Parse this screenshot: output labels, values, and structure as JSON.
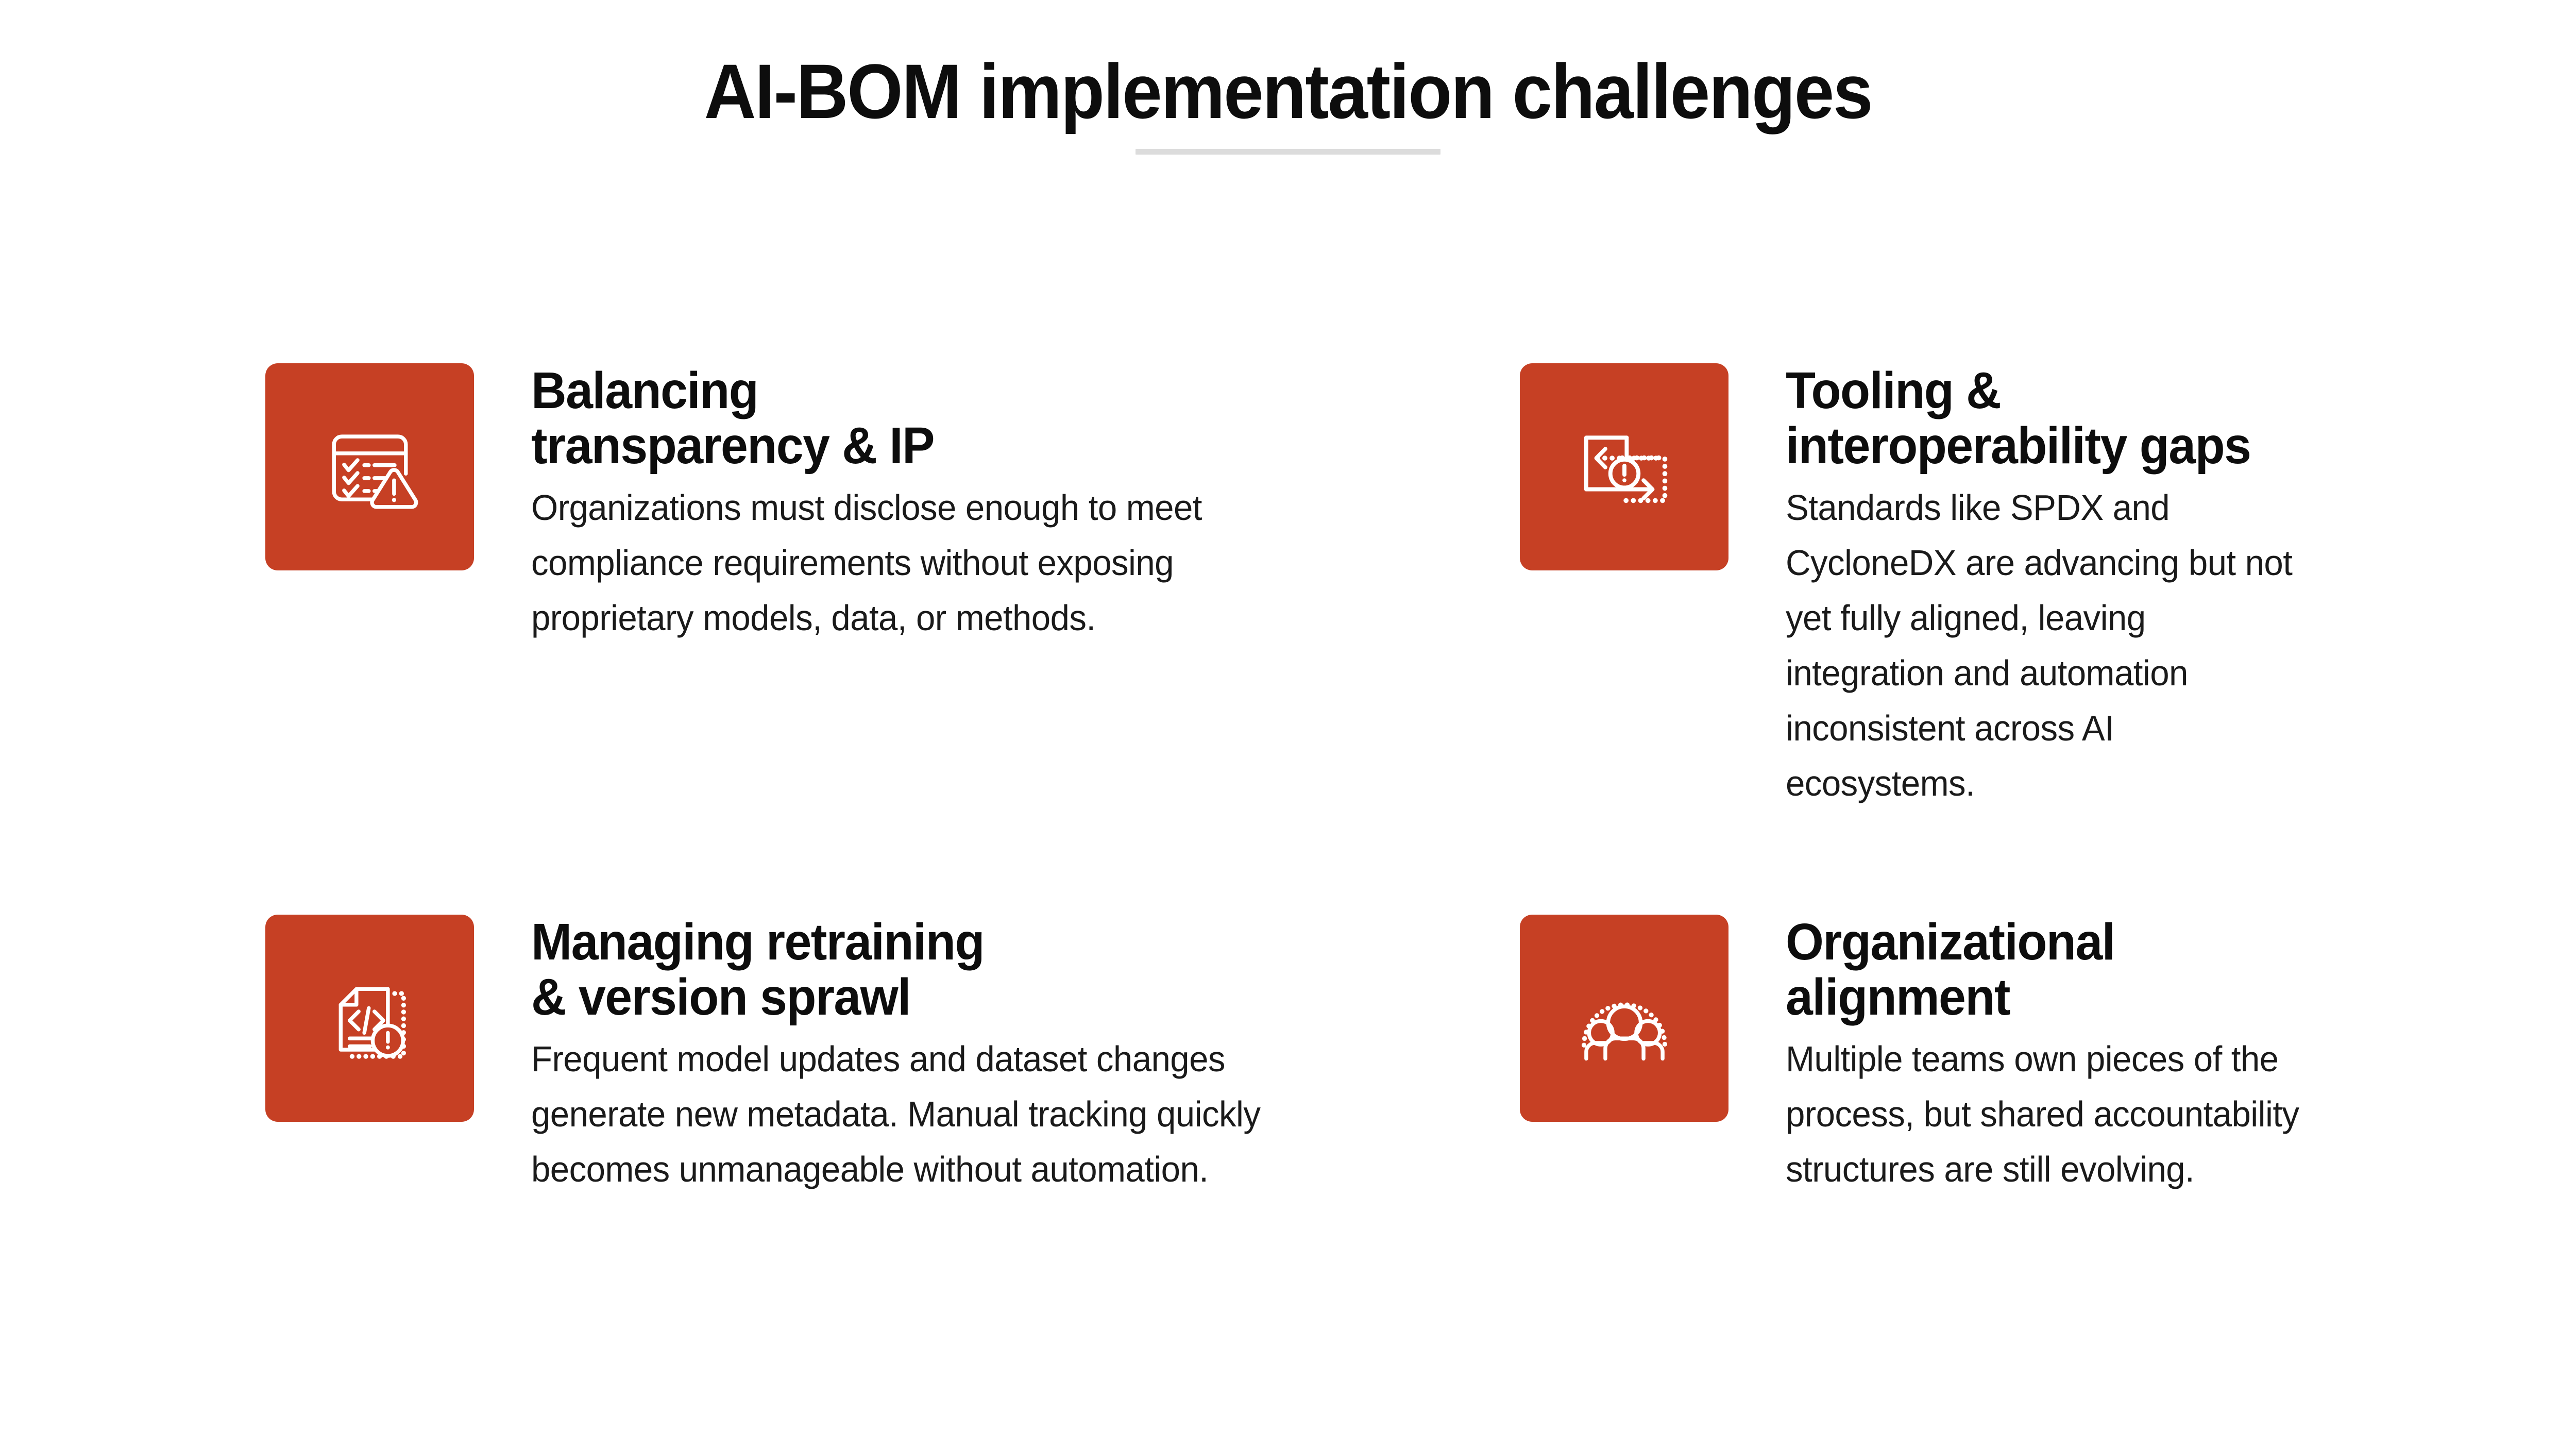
{
  "page": {
    "title": "AI-BOM implementation challenges",
    "background_color": "#ffffff",
    "accent_color": "#c64024",
    "divider_color": "#dcdcdc",
    "heading_color": "#0d0d0d",
    "body_text_color": "#1a1a1a"
  },
  "cards": [
    {
      "id": "balancing-transparency-ip",
      "icon": "checklist-warning-icon",
      "heading": "Balancing\ntransparency & IP",
      "text": "Organizations must disclose enough to meet compliance requirements without exposing proprietary models, data, or methods."
    },
    {
      "id": "tooling-interoperability-gaps",
      "icon": "interoperability-exchange-warning-icon",
      "heading": "Tooling &\ninteroperability gaps",
      "text": "Standards like SPDX and CycloneDX are advancing but not yet fully aligned, leaving integration and automation inconsistent across AI ecosystems."
    },
    {
      "id": "managing-retraining-version-sprawl",
      "icon": "code-document-warning-icon",
      "heading": "Managing retraining\n& version sprawl",
      "text": "Frequent model updates and dataset changes generate new metadata. Manual tracking quickly becomes unmanageable without automation."
    },
    {
      "id": "organizational-alignment",
      "icon": "people-group-icon",
      "heading": "Organizational\nalignment",
      "text": "Multiple teams own pieces of the process, but shared accountability structures are still evolving."
    }
  ]
}
